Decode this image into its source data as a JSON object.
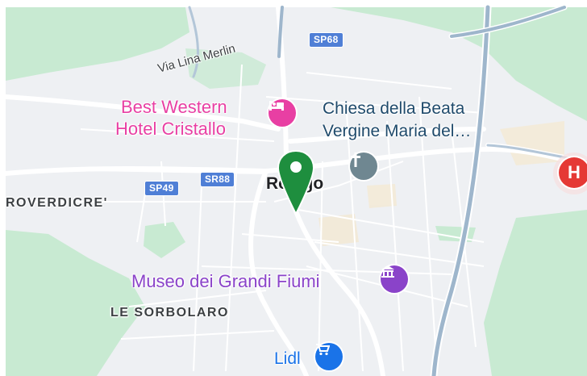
{
  "map": {
    "labels": {
      "hotel_line1": "Best Western",
      "hotel_line2": "Hotel Cristallo",
      "church_line1": "Chiesa della Beata",
      "church_line2": "Vergine Maria del…",
      "city": "Rovigo",
      "street": "Via Lina Merlin",
      "neighborhood_west": "ROVERDICRE'",
      "neighborhood_south": "LE SORBOLARO",
      "museum": "Museo dei Grandi Fiumi",
      "supermarket": "Lidl"
    },
    "road_shields": {
      "sp68": "SP68",
      "sr88": "SR88",
      "sp49": "SP49"
    },
    "hospital_letter": "H",
    "colors": {
      "land": "#eef0f3",
      "road": "#ffffff",
      "highway": "#9eb6cc",
      "green": "#c8ead2",
      "pin": "#1e8e3e",
      "hotel": "#e83fa3",
      "museum": "#8a43c9",
      "shop": "#1a73e8",
      "hospital": "#e53935"
    },
    "icons": [
      "hotel-bed-icon",
      "church-cross-icon",
      "museum-icon",
      "shopping-cart-icon",
      "hospital-icon",
      "location-pin-icon"
    ]
  }
}
